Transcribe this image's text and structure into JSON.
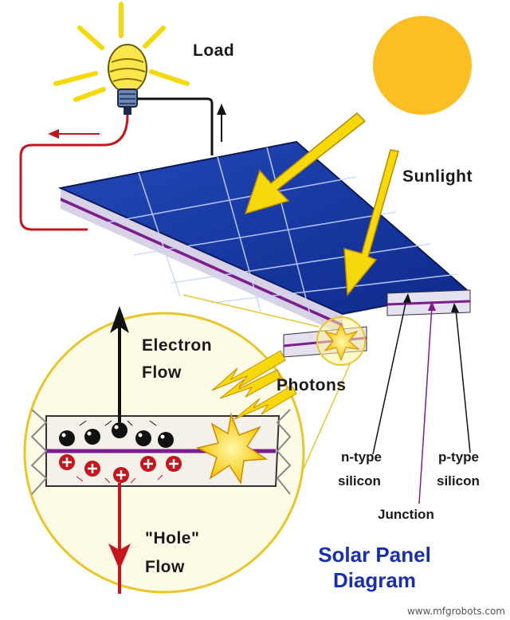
{
  "labels": {
    "load": "Load",
    "sunlight": "Sunlight",
    "electron_flow_1": "Electron",
    "electron_flow_2": "Flow",
    "photons": "Photons",
    "n_type_1": "n-type",
    "n_type_2": "silicon",
    "p_type_1": "p-type",
    "p_type_2": "silicon",
    "junction": "Junction",
    "hole_flow_1": "\"Hole\"",
    "hole_flow_2": "Flow"
  },
  "title": {
    "line1": "Solar Panel",
    "line2": "Diagram"
  },
  "watermark": "www.mfgrobots.com",
  "colors": {
    "panel": "#1e3fa8",
    "panel_dark": "#0d1f6e",
    "sun": "#fbbf24",
    "ray": "#f5d90a",
    "wire_red": "#c4161c",
    "junction": "#7b1f8c",
    "title": "#1a2fb0",
    "circle_fill": "#fdfbe6",
    "circle_stroke": "#e8c62b"
  },
  "icons": [
    "lightbulb-icon",
    "sun-icon"
  ]
}
